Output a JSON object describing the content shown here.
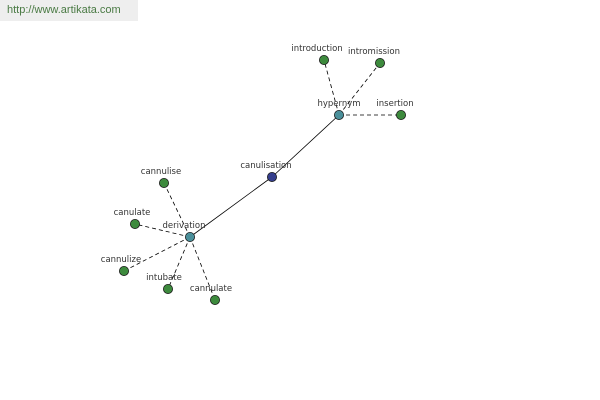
{
  "header": {
    "url_text": "http://www.artikata.com"
  },
  "colors": {
    "leaf_node": "#3d8a3d",
    "relation_node": "#4a8f9a",
    "center_node": "#353e8c",
    "edge": "#000000"
  },
  "graph": {
    "center": {
      "id": "canulisation",
      "label": "canulisation"
    },
    "relations": [
      {
        "id": "hypernym",
        "label": "hypernym"
      },
      {
        "id": "derivation",
        "label": "derivation"
      }
    ],
    "leaves": [
      {
        "id": "introduction",
        "label": "introduction",
        "relation": "hypernym"
      },
      {
        "id": "intromission",
        "label": "intromission",
        "relation": "hypernym"
      },
      {
        "id": "insertion",
        "label": "insertion",
        "relation": "hypernym"
      },
      {
        "id": "cannulise",
        "label": "cannulise",
        "relation": "derivation"
      },
      {
        "id": "canulate",
        "label": "canulate",
        "relation": "derivation"
      },
      {
        "id": "cannulize",
        "label": "cannulize",
        "relation": "derivation"
      },
      {
        "id": "intubate",
        "label": "intubate",
        "relation": "derivation"
      },
      {
        "id": "cannulate",
        "label": "cannulate",
        "relation": "derivation"
      }
    ]
  }
}
